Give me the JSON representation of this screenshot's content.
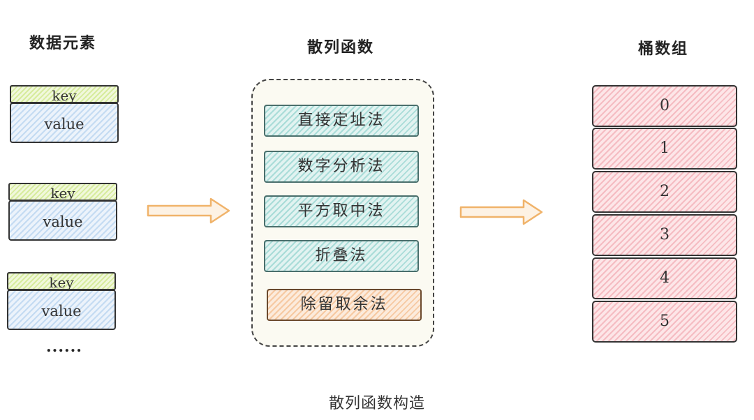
{
  "headings": {
    "left": "数据元素",
    "middle": "散列函数",
    "right": "桶数组"
  },
  "elements": [
    {
      "key": "key",
      "value": "value"
    },
    {
      "key": "key",
      "value": "value"
    },
    {
      "key": "key",
      "value": "value"
    }
  ],
  "ellipsis": "......",
  "hash_methods": [
    {
      "label": "直接定址法",
      "highlight": false
    },
    {
      "label": "数字分析法",
      "highlight": false
    },
    {
      "label": "平方取中法",
      "highlight": false
    },
    {
      "label": "折叠法",
      "highlight": false
    },
    {
      "label": "除留取余法",
      "highlight": true
    }
  ],
  "buckets": [
    "0",
    "1",
    "2",
    "3",
    "4",
    "5"
  ],
  "caption": "散列函数构造",
  "colors": {
    "key_fill": "#d7ec9e",
    "value_fill": "#c4dbf2",
    "method_fill": "#a9dcd8",
    "highlight_fill": "#f6c9a2",
    "bucket_fill": "#f5bcc2",
    "arrow": "#f0b36a"
  }
}
